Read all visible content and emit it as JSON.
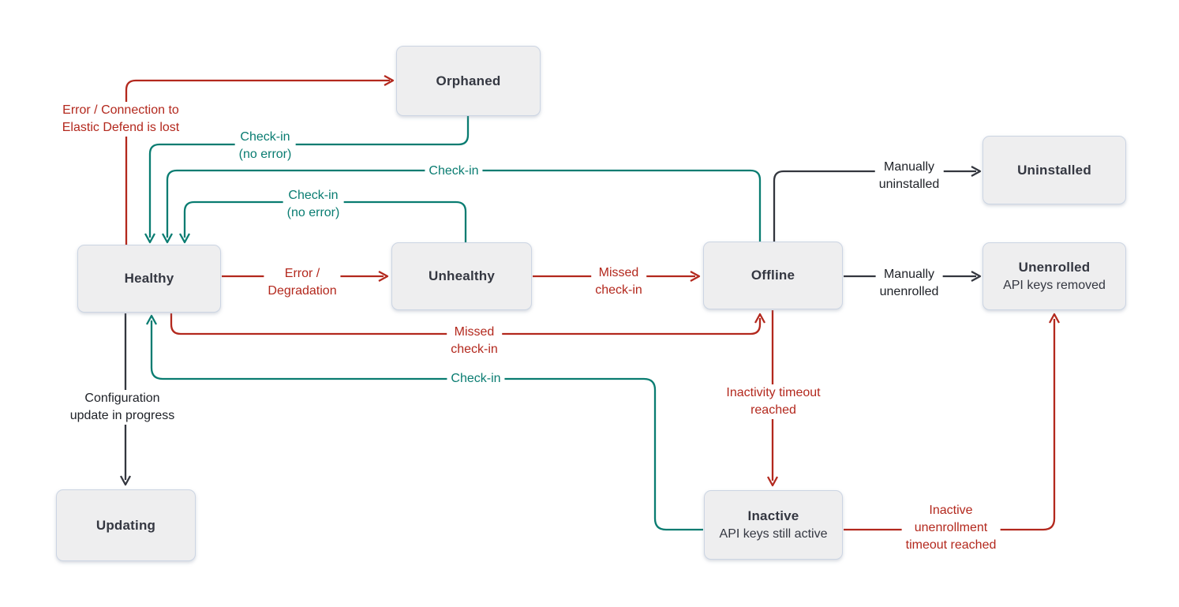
{
  "diagram_type": "state-transition-diagram",
  "colors": {
    "red": "#b3281d",
    "teal": "#097c71",
    "black_line": "#33363e",
    "node_fill": "#eeeeef",
    "node_border": "#ccd5e3",
    "node_text": "#343741",
    "background": "#ffffff"
  },
  "nodes": [
    {
      "id": "orphaned",
      "label": "Orphaned",
      "sublabel": ""
    },
    {
      "id": "uninstalled",
      "label": "Uninstalled",
      "sublabel": ""
    },
    {
      "id": "healthy",
      "label": "Healthy",
      "sublabel": ""
    },
    {
      "id": "unhealthy",
      "label": "Unhealthy",
      "sublabel": ""
    },
    {
      "id": "offline",
      "label": "Offline",
      "sublabel": ""
    },
    {
      "id": "unenrolled",
      "label": "Unenrolled",
      "sublabel": "API keys removed"
    },
    {
      "id": "updating",
      "label": "Updating",
      "sublabel": ""
    },
    {
      "id": "inactive",
      "label": "Inactive",
      "sublabel": "API keys still active"
    }
  ],
  "edges": [
    {
      "id": "healthy-to-orphaned",
      "from": "Healthy",
      "to": "Orphaned",
      "color": "red",
      "lines": [
        "Error / Connection to",
        "Elastic Defend is lost"
      ]
    },
    {
      "id": "orphaned-to-healthy",
      "from": "Orphaned",
      "to": "Healthy",
      "color": "teal",
      "lines": [
        "Check-in",
        "(no error)"
      ]
    },
    {
      "id": "offline-to-healthy",
      "from": "Offline",
      "to": "Healthy",
      "color": "teal",
      "lines": [
        "Check-in"
      ]
    },
    {
      "id": "unhealthy-to-healthy",
      "from": "Unhealthy",
      "to": "Healthy",
      "color": "teal",
      "lines": [
        "Check-in",
        "(no error)"
      ]
    },
    {
      "id": "healthy-to-unhealthy",
      "from": "Healthy",
      "to": "Unhealthy",
      "color": "red",
      "lines": [
        "Error /",
        "Degradation"
      ]
    },
    {
      "id": "unhealthy-to-offline",
      "from": "Unhealthy",
      "to": "Offline",
      "color": "red",
      "lines": [
        "Missed",
        "check-in"
      ]
    },
    {
      "id": "offline-to-uninstalled",
      "from": "Offline",
      "to": "Uninstalled",
      "color": "black",
      "lines": [
        "Manually",
        "uninstalled"
      ]
    },
    {
      "id": "offline-to-unenrolled",
      "from": "Offline",
      "to": "Unenrolled",
      "color": "black",
      "lines": [
        "Manually",
        "unenrolled"
      ]
    },
    {
      "id": "healthy-to-offline",
      "from": "Healthy",
      "to": "Offline",
      "color": "red",
      "lines": [
        "Missed",
        "check-in"
      ]
    },
    {
      "id": "inactive-to-healthy",
      "from": "Inactive",
      "to": "Healthy",
      "color": "teal",
      "lines": [
        "Check-in"
      ]
    },
    {
      "id": "healthy-to-updating",
      "from": "Healthy",
      "to": "Updating",
      "color": "black",
      "lines": [
        "Configuration",
        "update in progress"
      ]
    },
    {
      "id": "offline-to-inactive",
      "from": "Offline",
      "to": "Inactive",
      "color": "red",
      "lines": [
        "Inactivity timeout",
        "reached"
      ]
    },
    {
      "id": "inactive-to-unenrolled",
      "from": "Inactive",
      "to": "Unenrolled",
      "color": "red",
      "lines": [
        "Inactive",
        "unenrollment",
        "timeout reached"
      ]
    }
  ]
}
